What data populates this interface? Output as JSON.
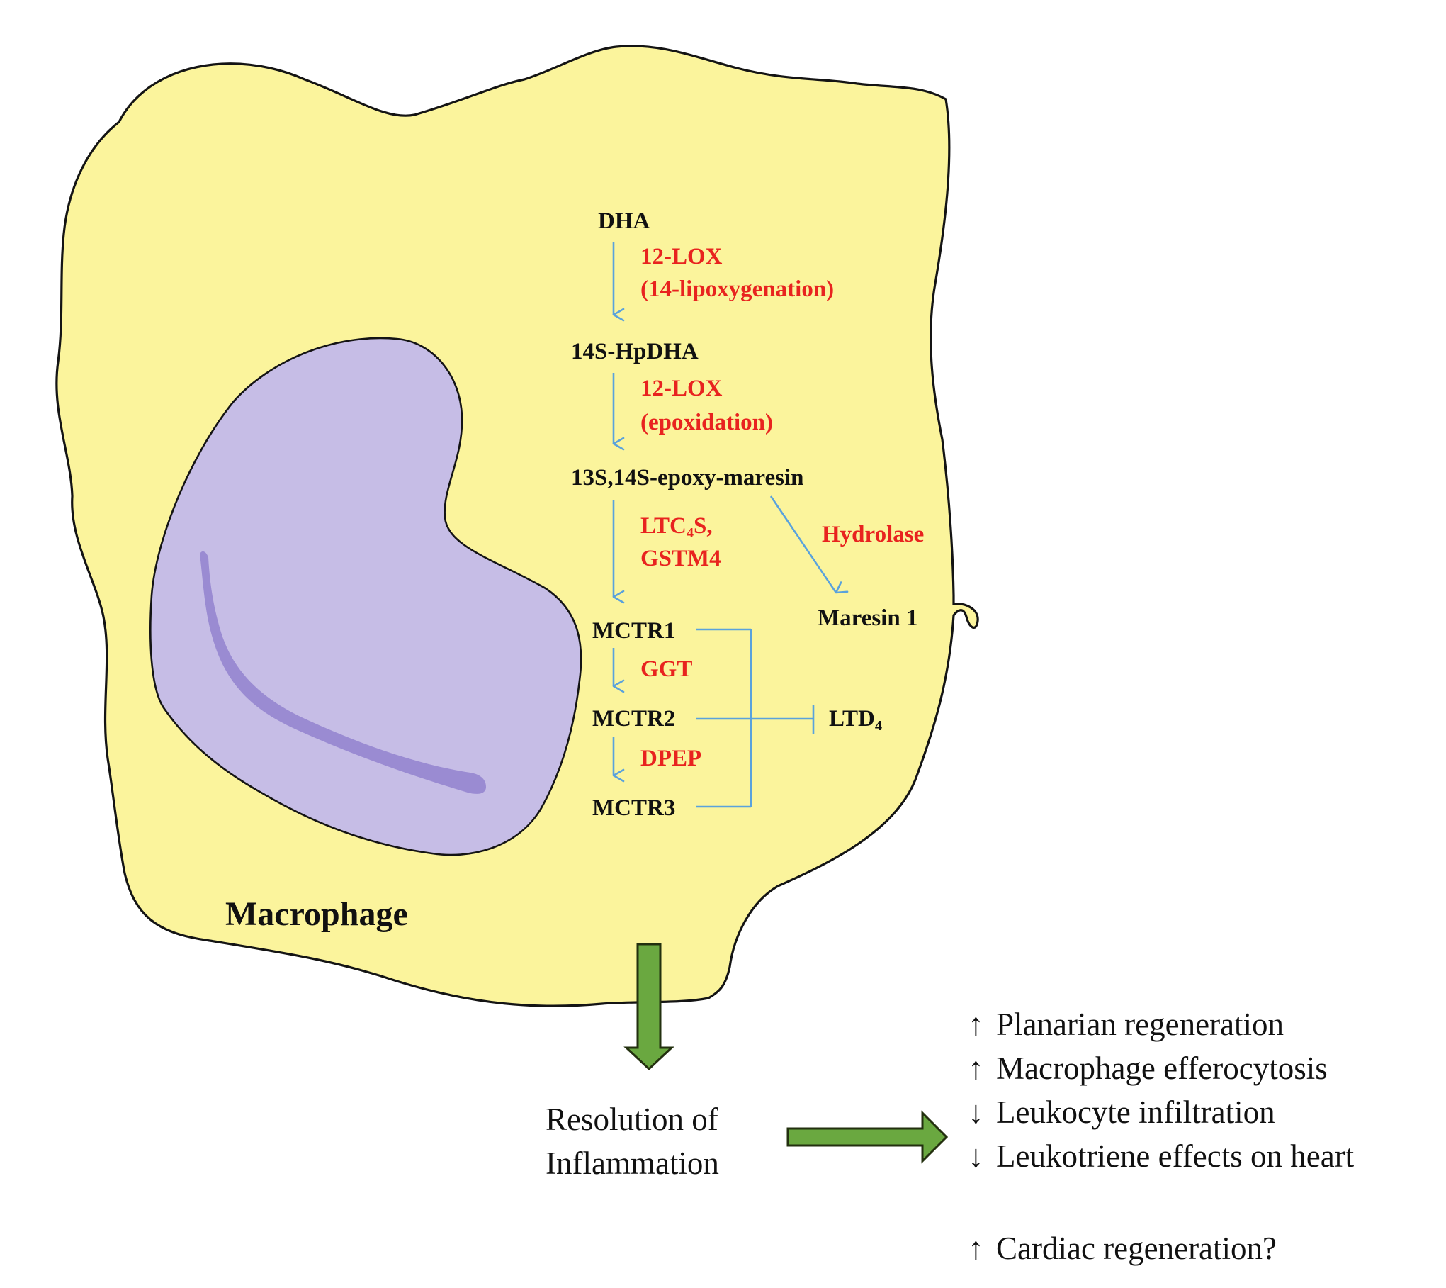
{
  "diagram": {
    "cell_label": "Macrophage",
    "molecules": {
      "dha": "DHA",
      "hpdha": "14S-HpDHA",
      "epoxy": "13S,14S-epoxy-maresin",
      "mctr1": "MCTR1",
      "mctr2": "MCTR2",
      "mctr3": "MCTR3",
      "maresin1": "Maresin 1",
      "ltd4_main": "LTD",
      "ltd4_sub": "4"
    },
    "enzymes": {
      "lox1_line1": "12-LOX",
      "lox1_line2": "(14-lipoxygenation)",
      "lox2_line1": "12-LOX",
      "lox2_line2": "(epoxidation)",
      "ltc4s_pre": "LTC",
      "ltc4s_sub": "4",
      "ltc4s_post": "S,",
      "gstm4": "GSTM4",
      "hydrolase": "Hydrolase",
      "ggt": "GGT",
      "dpep": "DPEP"
    },
    "resolution": {
      "line1": "Resolution of",
      "line2": "Inflammation"
    },
    "effects": [
      {
        "arrow": "↑",
        "text": "Planarian regeneration"
      },
      {
        "arrow": "↑",
        "text": "Macrophage efferocytosis"
      },
      {
        "arrow": "↓",
        "text": "Leukocyte infiltration"
      },
      {
        "arrow": "↓",
        "text": "Leukotriene effects on heart"
      }
    ],
    "speculative_effect": {
      "arrow": "↑",
      "text": "Cardiac regeneration?"
    }
  },
  "colors": {
    "cell_fill": "#fbf49c",
    "nucleus_fill": "#c6bde6",
    "nucleus_inner": "#9a8bd2",
    "pathway_arrow": "#5aa2dc",
    "enzyme_text": "#e8231f",
    "flow_arrow_fill": "#6aa840",
    "flow_arrow_stroke": "#23300f"
  },
  "icons": {
    "pathway_arrows": "arrow-down-icon",
    "inhibition": "inhibition-bar-icon",
    "flow": "block-arrow-icon"
  }
}
